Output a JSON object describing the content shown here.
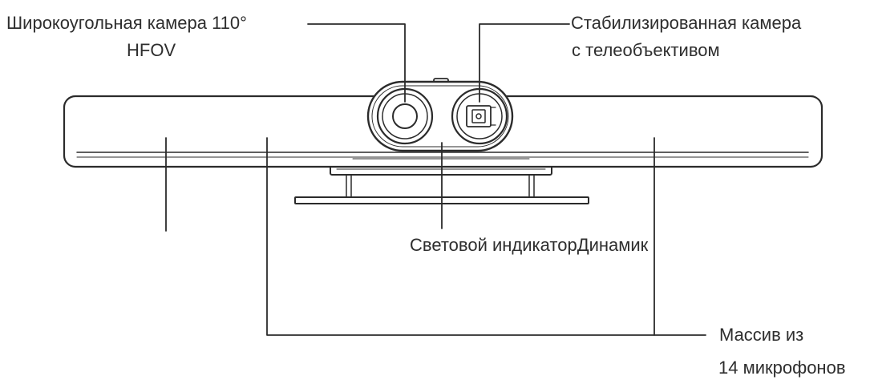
{
  "colors": {
    "outline": "#2b2b2b",
    "text": "#2e2e2e",
    "background": "#ffffff"
  },
  "labels": {
    "wide_camera_line1": "Широкоугольная камера 110°",
    "wide_camera_line2": "HFOV",
    "tele_camera_line1": "Стабилизированная камера",
    "tele_camera_line2": "с телеобъективом",
    "indicator_speaker": "Световой индикаторДинамик",
    "mic_array_line1": "Массив из",
    "mic_array_line2": "14 микрофонов"
  }
}
